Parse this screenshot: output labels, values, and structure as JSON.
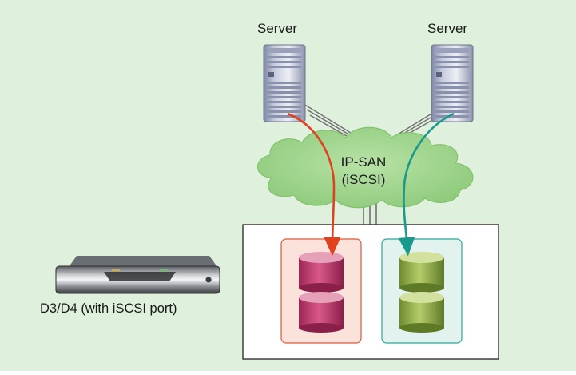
{
  "diagram": {
    "background_color": "#dff0dc",
    "servers": [
      {
        "label": "Server",
        "icon": "server-tower-icon"
      },
      {
        "label": "Server",
        "icon": "server-tower-icon"
      }
    ],
    "network": {
      "line1": "IP-SAN",
      "line2": "(iSCSI)",
      "icon": "cloud-icon",
      "color": "#9cd08a"
    },
    "storage_device": {
      "label": "D3/D4 (with iSCSI port)",
      "icon": "rack-storage-icon"
    },
    "volume_groups": [
      {
        "color": "#c03a6a",
        "bg": "#fbe3dc",
        "border": "#e0583a",
        "arrow_color": "#e0421e",
        "icon": "cylinder-disk-icon"
      },
      {
        "color": "#8aa845",
        "bg": "#e2f2ee",
        "border": "#2aa89a",
        "arrow_color": "#1a9a8c",
        "icon": "cylinder-disk-icon"
      }
    ]
  }
}
